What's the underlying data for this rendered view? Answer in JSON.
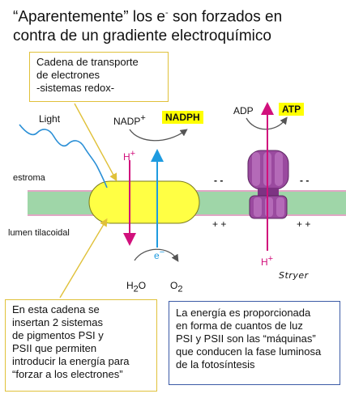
{
  "title": {
    "line1_pre": "“Aparentemente” los e",
    "line1_sup": "-",
    "line1_post": " son forzados en",
    "line2": "contra de un gradiente electroquímico"
  },
  "box_cadena": {
    "lines": [
      "Cadena de transporte",
      "de electrones",
      "-sistemas redox-"
    ]
  },
  "labels": {
    "light": "Light",
    "nadp_pre": "NADP",
    "nadp_sup": "+",
    "nadph": "NADPH",
    "adp": "ADP",
    "atp": "ATP",
    "h_plus_top": "H",
    "h_plus_top_sup": "+",
    "h_plus_bottom": "H",
    "h_plus_bottom_sup": "+",
    "estroma": "estroma",
    "lumen": "lumen tilacoidal",
    "electron": "e",
    "electron_sup": "−",
    "h2o_pre": "H",
    "h2o_sub": "2",
    "h2o_post": "O",
    "o2_pre": "O",
    "o2_sub": "2",
    "minus_left": "-   -",
    "minus_right": "-   -",
    "plus_left": "+  +",
    "plus_right": "+  +",
    "stryer": "Stryer"
  },
  "box_cadena_bottom": {
    "lines": [
      "En esta cadena se",
      "insertan 2 sistemas",
      "de pigmentos  PSI y",
      "PSII que permiten",
      "introducir la energía para",
      "“forzar a los electrones”"
    ]
  },
  "box_energia": {
    "lines": [
      "La energía es proporcionada",
      "en forma de cuantos de luz",
      "PSI y PSII son las “máquinas”",
      "que conducen la fase luminosa",
      "de la fotosíntesis"
    ]
  },
  "colors": {
    "membrane": "#9fd6a8",
    "membrane_edge": "#e1a6c4",
    "complex": "#ffff44",
    "atp_synthase": "#9a4a9f",
    "proton_arrow": "#d1107c",
    "electron_arrow": "#1e9be0",
    "light_wave": "#2a8fd6"
  }
}
